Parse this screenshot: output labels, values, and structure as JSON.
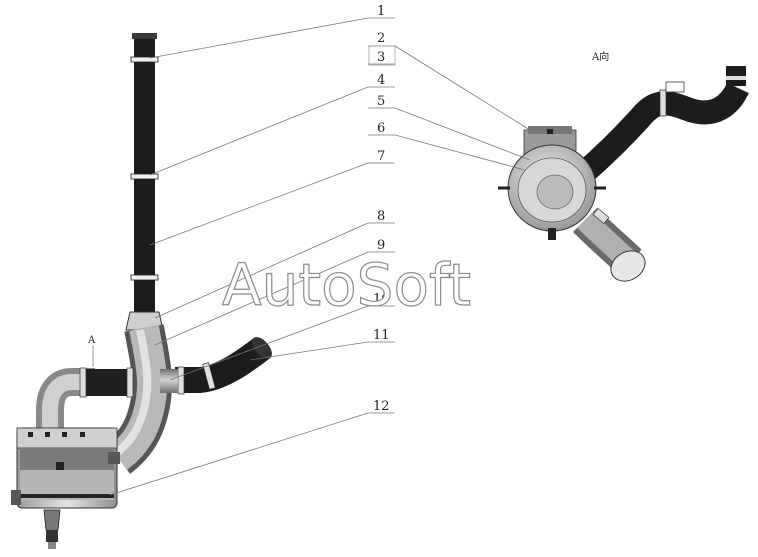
{
  "callouts": [
    "1",
    "2",
    "3",
    "4",
    "5",
    "6",
    "7",
    "8",
    "9",
    "10",
    "11",
    "12"
  ],
  "view_label": "A向",
  "marker_a": "A",
  "watermark": "AutoSoft",
  "colors": {
    "hose_dark": "#1e1e1e",
    "pipe_gray": "#8c8c8c",
    "pipe_light": "#c9c9c9",
    "line": "#777777"
  }
}
